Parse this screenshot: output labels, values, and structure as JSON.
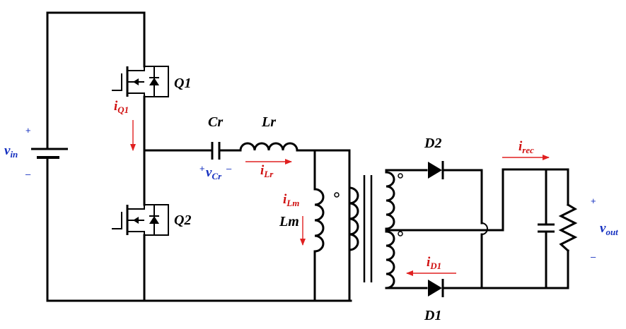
{
  "components": {
    "q1": "Q1",
    "q2": "Q2",
    "cr": "Cr",
    "lr": "Lr",
    "lm": "Lm",
    "d1": "D1",
    "d2": "D2"
  },
  "signals": {
    "vin": {
      "main": "v",
      "sub": "in"
    },
    "vcr": {
      "main": "v",
      "sub": "Cr"
    },
    "vout": {
      "main": "v",
      "sub": "out"
    },
    "iq1": {
      "main": "i",
      "sub": "Q1"
    },
    "ilr": {
      "main": "i",
      "sub": "Lr"
    },
    "ilm": {
      "main": "i",
      "sub": "Lm"
    },
    "irec": {
      "main": "i",
      "sub": "rec"
    },
    "id1": {
      "main": "i",
      "sub": "D1"
    }
  },
  "polarity": {
    "plus": "+",
    "minus": "–"
  },
  "colors": {
    "wire": "#000000",
    "current": "#d01010",
    "voltage": "#1530c0"
  }
}
